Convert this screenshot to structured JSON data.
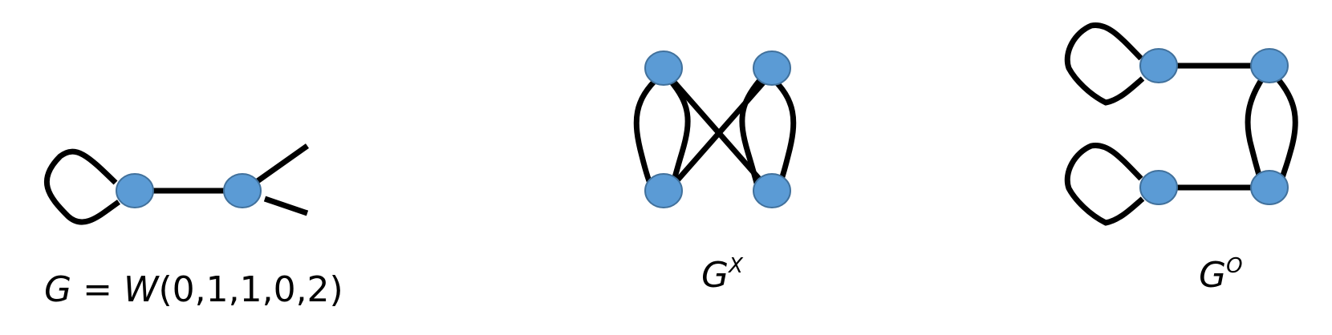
{
  "colors": {
    "node_fill": "#5b9bd5",
    "node_stroke": "#41719c",
    "edge": "#000000"
  },
  "figures": [
    {
      "name": "G",
      "caption": {
        "lhs": "G",
        "eq": " = ",
        "func": "W",
        "args": "(0,1,1,0,2)"
      }
    },
    {
      "name": "G-cross",
      "caption": {
        "base": "G",
        "sup": "X"
      }
    },
    {
      "name": "G-circle",
      "caption": {
        "base": "G",
        "sup": "O"
      }
    }
  ]
}
